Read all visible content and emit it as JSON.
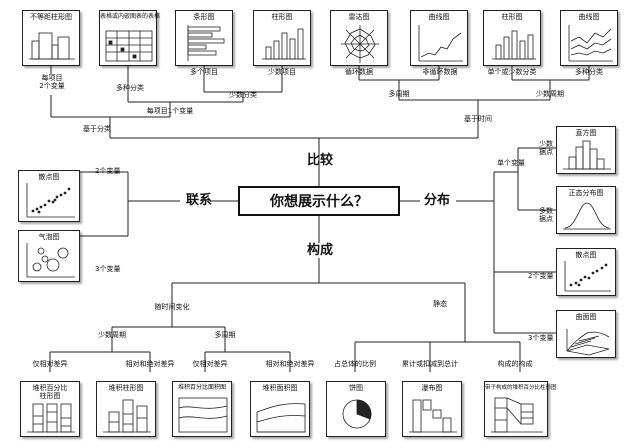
{
  "center": {
    "question": "你想展示什么？"
  },
  "branches": {
    "compare": "比较",
    "relation": "联系",
    "distribution": "分布",
    "composition": "构成"
  },
  "compare": {
    "charts": [
      "不等距柱形图",
      "表格或内嵌图表的表格",
      "条形图",
      "柱形图",
      "雷达图",
      "曲线图",
      "柱形图",
      "曲线图"
    ],
    "labels": {
      "two_vars_per_item": "每项目\n2个变量",
      "multi_categories": "多种分类",
      "one_var_per_item": "每项目1个变量",
      "many_items": "多个项目",
      "few_items": "少数项目",
      "few_categories": "少数分类",
      "cyclic_data": "循环数据",
      "acyclic_data": "非循环数据",
      "single_or_few_categories": "单个或少数分类",
      "many_categories": "多种分类",
      "many_periods": "多周期",
      "few_periods": "少数周期",
      "by_category": "基于分类",
      "by_time": "基于时间"
    }
  },
  "relation": {
    "charts": [
      "散点图",
      "气泡图"
    ],
    "labels": {
      "two_vars": "2个变量",
      "three_vars": "3个变量"
    }
  },
  "distribution": {
    "charts": [
      "直方图",
      "正态分布图",
      "散点图",
      "曲面图"
    ],
    "labels": {
      "single_var": "单个变量",
      "few_points": "少数\n据点",
      "many_points": "多数\n据点",
      "two_vars": "2个变量",
      "three_vars": "3个变量"
    }
  },
  "composition": {
    "charts": [
      "堆积百分比柱形图",
      "堆积柱形图",
      "堆积百分比面积图",
      "堆积面积图",
      "饼图",
      "瀑布图",
      "带子构成的堆积百分比柱形图"
    ],
    "labels": {
      "over_time": "随时间变化",
      "static": "静态",
      "few_periods": "少数周期",
      "many_periods": "多周期",
      "relative_diff_1": "仅相对差异",
      "rel_abs_diff_1": "相对和绝对差异",
      "relative_diff_2": "仅相对差异",
      "rel_abs_diff_2": "相对和绝对差异",
      "share_of_total": "占总体的比例",
      "accumulate_or_subtract": "累计或扣减到总计",
      "component_of_component": "构成的构成"
    }
  }
}
